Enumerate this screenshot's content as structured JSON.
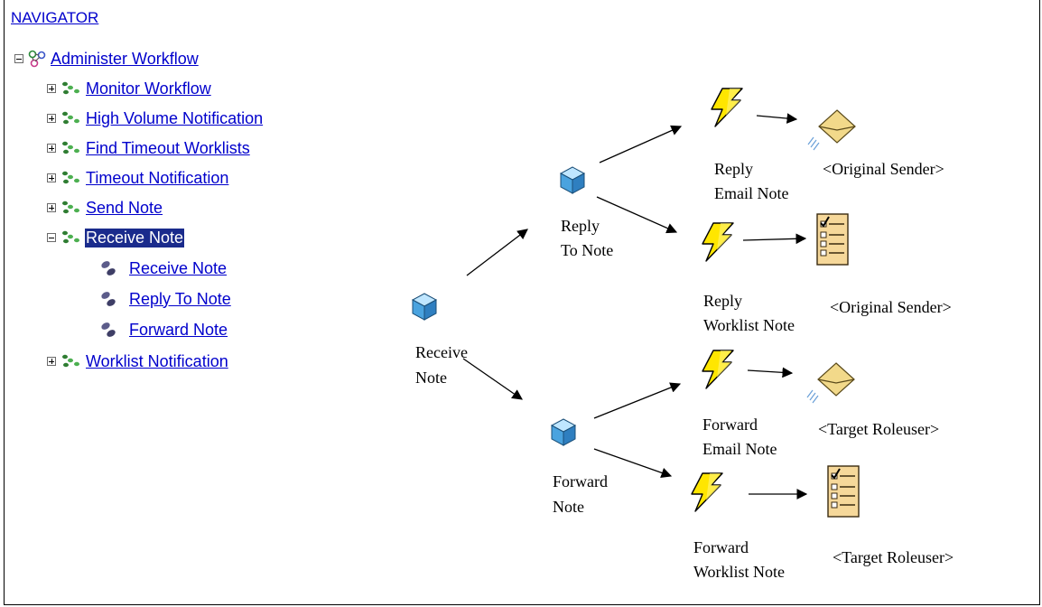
{
  "navigator": {
    "title": "NAVIGATOR",
    "root": {
      "label": "Administer Workflow",
      "icon": "workflow-icon",
      "expanded": true
    },
    "processes": [
      {
        "label": "Monitor Workflow",
        "icon": "process-icon",
        "expanded": false
      },
      {
        "label": "High Volume Notification",
        "icon": "process-icon",
        "expanded": false
      },
      {
        "label": "Find Timeout Worklists",
        "icon": "process-icon",
        "expanded": false
      },
      {
        "label": "Timeout Notification",
        "icon": "process-icon",
        "expanded": false
      },
      {
        "label": "Send Note",
        "icon": "process-icon",
        "expanded": false
      },
      {
        "label": "Receive Note",
        "icon": "process-icon",
        "expanded": true,
        "selected": true
      },
      {
        "label": "Worklist Notification",
        "icon": "process-icon",
        "expanded": false
      }
    ],
    "children": [
      {
        "label": "Receive Note",
        "icon": "activity-icon"
      },
      {
        "label": "Reply To Note",
        "icon": "activity-icon"
      },
      {
        "label": "Forward Note",
        "icon": "activity-icon"
      }
    ]
  },
  "diagram": {
    "activities": {
      "receive": [
        "Receive",
        "Note"
      ],
      "reply": [
        "Reply",
        "To Note"
      ],
      "forward": [
        "Forward",
        "Note"
      ]
    },
    "events": {
      "reply_email": [
        "Reply",
        "Email Note"
      ],
      "reply_worklist": [
        "Reply",
        "Worklist Note"
      ],
      "forward_email": [
        "Forward",
        "Email Note"
      ],
      "forward_worklist": [
        "Forward",
        "Worklist Note"
      ]
    },
    "recipients": {
      "reply_email": "<Original Sender>",
      "reply_worklist": "<Original Sender>",
      "forward_email": "<Target Roleuser>",
      "forward_worklist": "<Target Roleuser>"
    }
  },
  "colors": {
    "link": "#0000cc",
    "selected_bg": "#1a2b8c",
    "cube": "#4aa3df",
    "lightning": "#ffe600",
    "envelope": "#f2d98a",
    "worklist": "#f6d89a"
  }
}
